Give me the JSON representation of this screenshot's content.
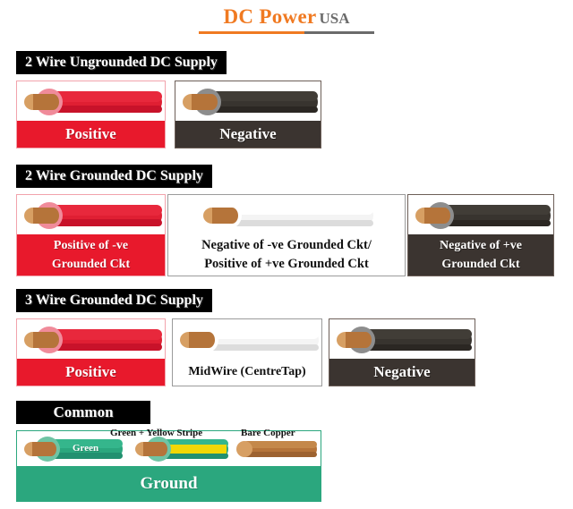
{
  "title": {
    "brand": "DC Power",
    "suffix": "USA",
    "accent_color": "#f07a22",
    "suffix_color": "#6b6b6b"
  },
  "colors": {
    "red": "#e8192c",
    "red_border": "#f2a3ac",
    "black_wire": "#38342f",
    "black_caption": "#3b3430",
    "white_wire": "#f4f4f4",
    "green": "#2ba77e",
    "green_light": "#6fc4a4",
    "yellow": "#f2d706",
    "copper": "#b5743a",
    "copper_light": "#d79f63",
    "gray_ring": "#8d8d8d",
    "banner_bg": "#000000"
  },
  "sections": [
    {
      "id": "two-wire-ungrounded",
      "header": "2 Wire Ungrounded DC Supply",
      "cards": [
        {
          "style": "red",
          "wire": "red",
          "caption_lines": [
            "Positive"
          ]
        },
        {
          "style": "black",
          "wire": "black",
          "caption_lines": [
            "Negative"
          ]
        }
      ]
    },
    {
      "id": "two-wire-grounded",
      "header": "2 Wire Grounded DC Supply",
      "cards": [
        {
          "style": "red",
          "wire": "red",
          "caption_lines": [
            "Positive of -ve",
            "Grounded Ckt"
          ]
        },
        {
          "style": "white",
          "wire": "white",
          "caption_lines": [
            "Negative of -ve Grounded Ckt/",
            "Positive of +ve Grounded Ckt"
          ]
        },
        {
          "style": "black",
          "wire": "black",
          "caption_lines": [
            "Negative of +ve",
            "Grounded Ckt"
          ]
        }
      ]
    },
    {
      "id": "three-wire-grounded",
      "header": "3 Wire Grounded DC Supply",
      "cards": [
        {
          "style": "red",
          "wire": "red",
          "caption_lines": [
            "Positive"
          ]
        },
        {
          "style": "white",
          "wire": "white",
          "caption_lines": [
            "MidWire (CentreTap)"
          ]
        },
        {
          "style": "black",
          "wire": "black",
          "caption_lines": [
            "Negative"
          ]
        }
      ]
    }
  ],
  "common": {
    "header": "Common",
    "wires": [
      {
        "id": "green",
        "tag": "",
        "inner_label": "Green"
      },
      {
        "id": "green-yellow",
        "tag": "Green + Yellow Stripe",
        "inner_label": ""
      },
      {
        "id": "bare-copper",
        "tag": "Bare Copper",
        "inner_label": ""
      }
    ],
    "ground_label": "Ground"
  }
}
